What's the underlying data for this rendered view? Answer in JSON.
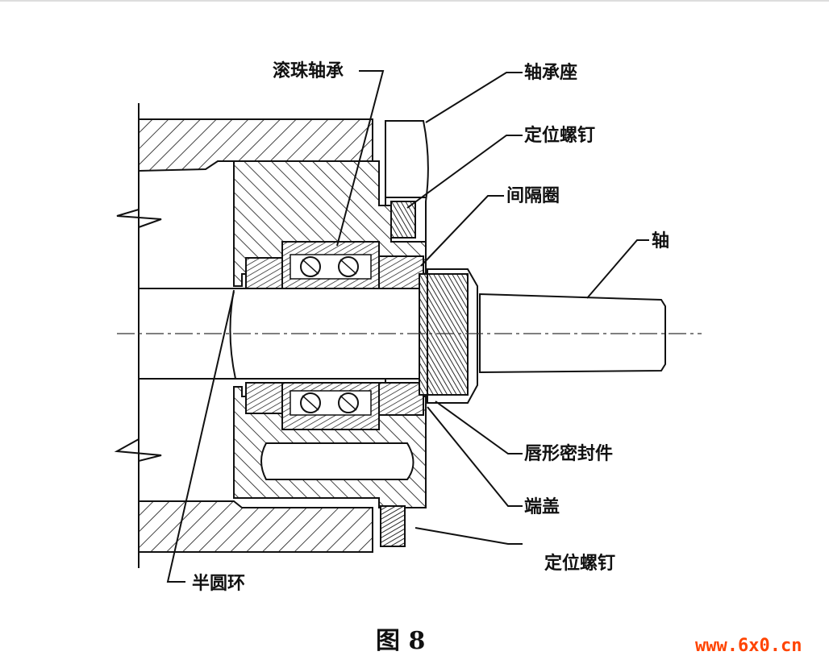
{
  "figure": {
    "caption": "图 8",
    "watermark": "www.6x0.cn",
    "watermark_color": "#ff4400"
  },
  "labels": {
    "ball_bearing": "滚珠轴承",
    "bearing_housing": "轴承座",
    "set_screw_top": "定位螺钉",
    "spacer_ring": "间隔圈",
    "shaft": "轴",
    "lip_seal": "唇形密封件",
    "end_cap": "端盖",
    "set_screw_bottom": "定位螺钉",
    "half_ring": "半圆环"
  }
}
